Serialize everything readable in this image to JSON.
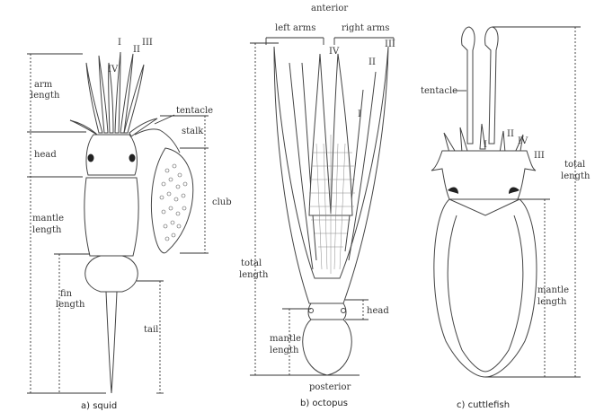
{
  "squid": {
    "caption": "a) squid",
    "arm_labels": [
      "I",
      "II",
      "III",
      "IV"
    ],
    "dimensions": {
      "arm_length": [
        "arm",
        "length"
      ],
      "head": "head",
      "mantle_length": [
        "mantle",
        "length"
      ],
      "fin_length": [
        "fin",
        "length"
      ],
      "tail": "tail",
      "tentacle": "tentacle",
      "stalk": "stalk",
      "club": "club"
    }
  },
  "octopus": {
    "caption": "b)  octopus",
    "anterior": "anterior",
    "posterior": "posterior",
    "left_arms": "left arms",
    "right_arms": "right arms",
    "arm_labels": [
      "IV",
      "II",
      "I",
      "III"
    ],
    "dimensions": {
      "total_length": [
        "total",
        "length"
      ],
      "head": "head",
      "mantle_length": [
        "mantle",
        "length"
      ]
    }
  },
  "cuttlefish": {
    "caption": "c)  cuttlefish",
    "arm_labels": [
      "I",
      "II",
      "IV",
      "III"
    ],
    "dimensions": {
      "tentacle": "tentacle",
      "total_length": [
        "total",
        "length"
      ],
      "mantle_length": [
        "mantle",
        "length"
      ]
    }
  }
}
